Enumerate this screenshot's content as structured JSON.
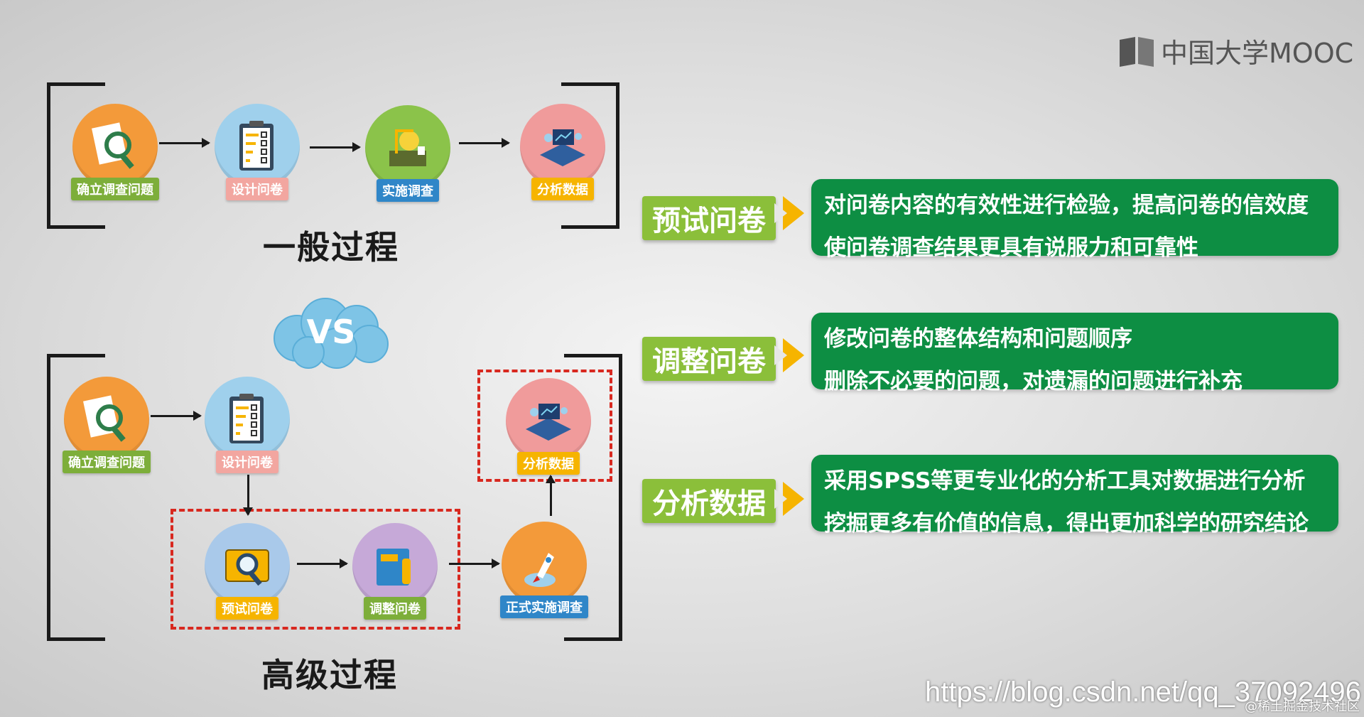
{
  "logo": {
    "text": "中国大学MOOC"
  },
  "general": {
    "title": "一般过程",
    "nodes": [
      {
        "label": "确立调查问题",
        "color": "#f39a3a",
        "label_color": "#7dae3a"
      },
      {
        "label": "设计问卷",
        "color": "#9fd0ec",
        "label_color": "#f2a6a0"
      },
      {
        "label": "实施调查",
        "color": "#8bc34a",
        "label_color": "#2f86c8"
      },
      {
        "label": "分析数据",
        "color": "#f09b9b",
        "label_color": "#f6b400"
      }
    ]
  },
  "vs": {
    "text": "VS"
  },
  "advanced": {
    "title": "高级过程",
    "nodes": [
      {
        "label": "确立调查问题",
        "color": "#f39a3a",
        "label_color": "#7dae3a"
      },
      {
        "label": "设计问卷",
        "color": "#9fd0ec",
        "label_color": "#f2a6a0"
      },
      {
        "label": "预试问卷",
        "color": "#a9c9ea",
        "label_color": "#f6b400"
      },
      {
        "label": "调整问卷",
        "color": "#c6a9d8",
        "label_color": "#7dae3a"
      },
      {
        "label": "正式实施调查",
        "color": "#f39a3a",
        "label_color": "#2f86c8"
      },
      {
        "label": "分析数据",
        "color": "#f09b9b",
        "label_color": "#f6b400"
      }
    ]
  },
  "stages": [
    {
      "label": "预试问卷",
      "lines": [
        "对问卷内容的有效性进行检验，提高问卷的信效度",
        "使问卷调查结果更具有说服力和可靠性"
      ]
    },
    {
      "label": "调整问卷",
      "lines": [
        "修改问卷的整体结构和问题顺序",
        "删除不必要的问题，对遗漏的问题进行补充"
      ]
    },
    {
      "label": "分析数据",
      "lines": [
        "采用SPSS等更专业化的分析工具对数据进行分析",
        "挖掘更多有价值的信息，得出更加科学的研究结论"
      ]
    }
  ],
  "watermark": {
    "url": "https://blog.csdn.net/qq_37092496",
    "sub": "@稀土掘金技术社区"
  },
  "colors": {
    "green": "#0d8e43",
    "lime": "#8bbf3a",
    "chevron": "#f6b400",
    "dashed": "#d8281f"
  }
}
